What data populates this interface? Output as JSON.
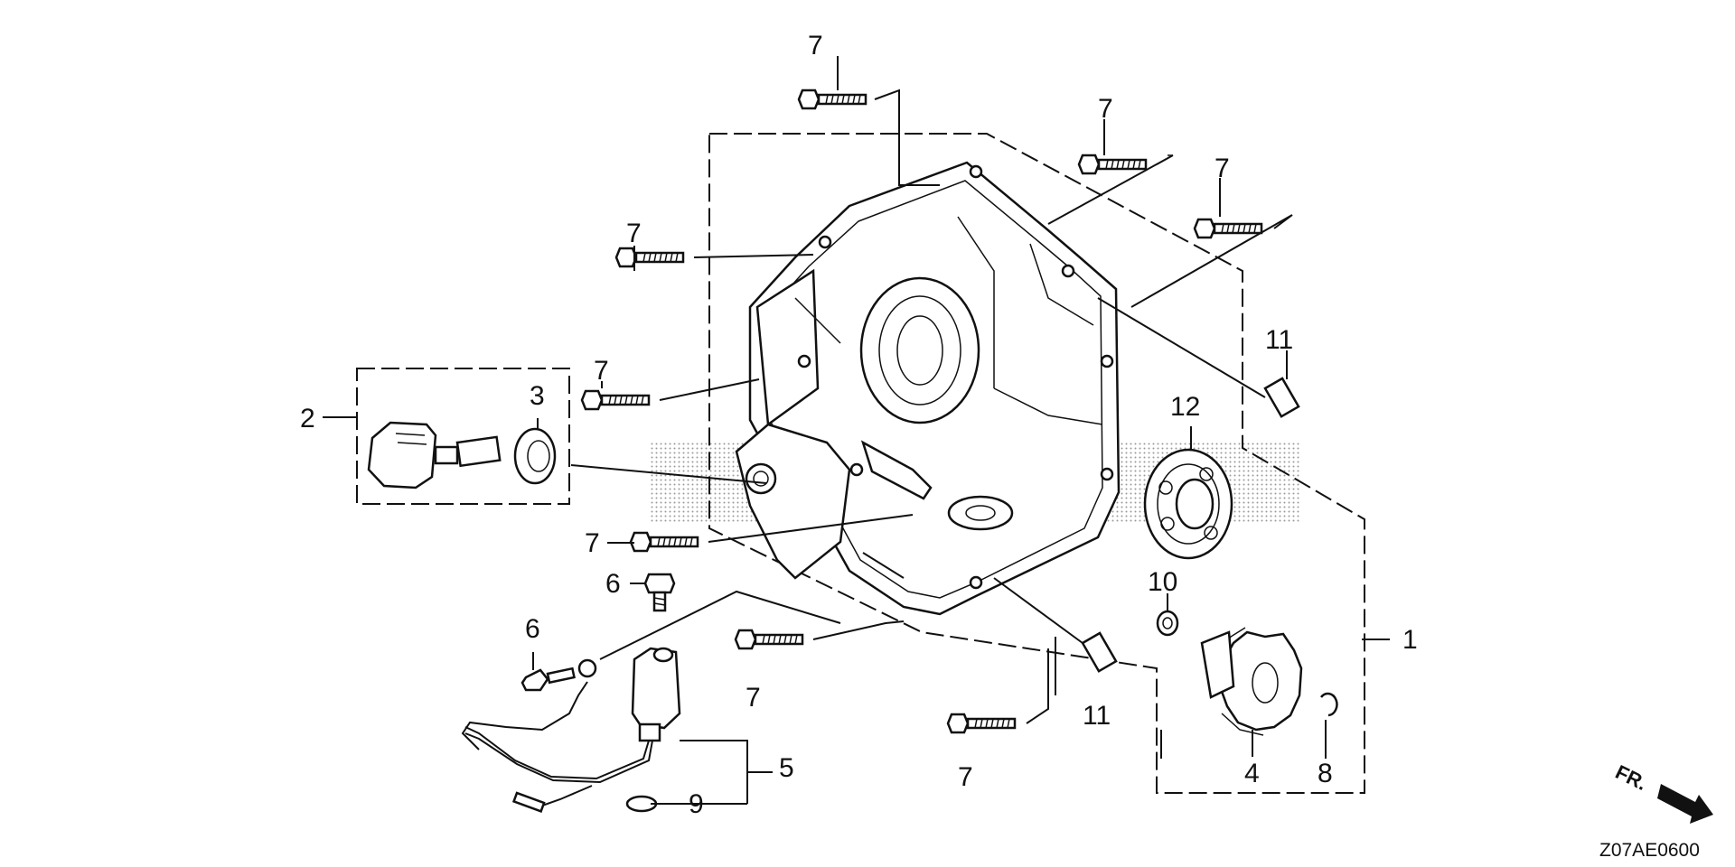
{
  "diagram": {
    "title": "Flywheel-side crankcase cover exploded parts diagram",
    "drawing_code": "Z07AE0600",
    "front_indicator": "FR.",
    "callouts": {
      "c1": "1",
      "c2": "2",
      "c3": "3",
      "c4": "4",
      "c5": "5",
      "c6a": "6",
      "c6b": "6",
      "c7a": "7",
      "c7b": "7",
      "c7c": "7",
      "c7d": "7",
      "c7e": "7",
      "c7f": "7",
      "c7g": "7",
      "c7h": "7",
      "c8": "8",
      "c9": "9",
      "c10": "10",
      "c11a": "11",
      "c11b": "11",
      "c12": "12"
    }
  }
}
